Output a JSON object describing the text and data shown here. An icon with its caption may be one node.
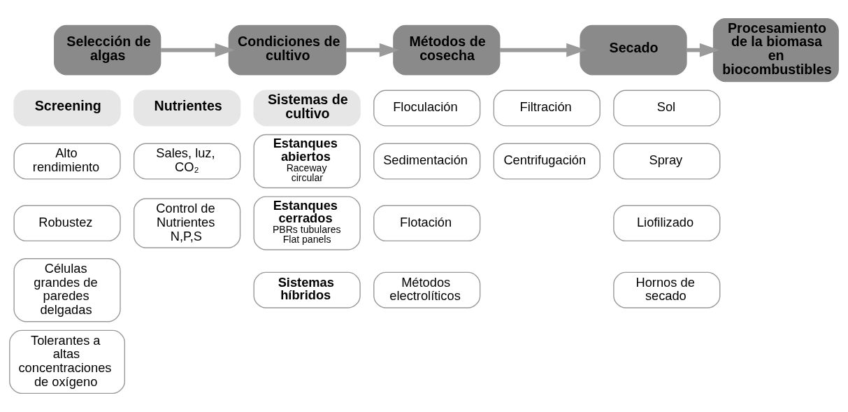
{
  "diagram": {
    "nodes": [
      {
        "text": [
          "Selección de algas"
        ]
      },
      {
        "text": [
          "Condiciones de cultivo"
        ]
      },
      {
        "text": [
          "Métodos de cosecha"
        ]
      },
      {
        "text": [
          "Secado"
        ]
      },
      {
        "text": [
          "Procesamiento de la biomasa en biocombustibles"
        ]
      },
      {
        "text": [
          "Screening"
        ]
      },
      {
        "text": [
          "Alto rendimiento"
        ]
      },
      {
        "text": [
          "Robustez"
        ]
      },
      {
        "text": [
          "Células grandes de paredes delgadas"
        ]
      },
      {
        "text": [
          "Tolerantes a altas concentraciones de oxígeno"
        ]
      },
      {
        "text": [
          "Nutrientes"
        ]
      },
      {
        "text": [
          "Sistemas de cultivo"
        ]
      },
      {
        "text": [
          "Sales, luz, CO₂"
        ]
      },
      {
        "text": [
          "Control de Nutrientes N,P,S"
        ]
      },
      {
        "text": [
          "Estanques abiertos",
          "Raceway circular"
        ]
      },
      {
        "text": [
          "Estanques cerrados",
          "PBRs tubulares Flat panels"
        ]
      },
      {
        "text": [
          "Sistemas híbridos"
        ]
      },
      {
        "text": [
          "Floculación"
        ]
      },
      {
        "text": [
          "Filtración"
        ]
      },
      {
        "text": [
          "Sedimentación"
        ]
      },
      {
        "text": [
          "Centrifugación"
        ]
      },
      {
        "text": [
          "Flotación"
        ]
      },
      {
        "text": [
          "Métodos electrolíticos"
        ]
      },
      {
        "text": [
          "Sol"
        ]
      },
      {
        "text": [
          "Spray"
        ]
      },
      {
        "text": [
          "Liofilizado"
        ]
      },
      {
        "text": [
          "Hornos de secado"
        ]
      }
    ],
    "edges": [
      {
        "from": 0,
        "to": 1,
        "arrow": "to"
      },
      {
        "from": 1,
        "to": 2,
        "arrow": "to"
      },
      {
        "from": 2,
        "to": 3,
        "arrow": "to"
      },
      {
        "from": 3,
        "to": 4,
        "arrow": "to"
      }
    ]
  }
}
